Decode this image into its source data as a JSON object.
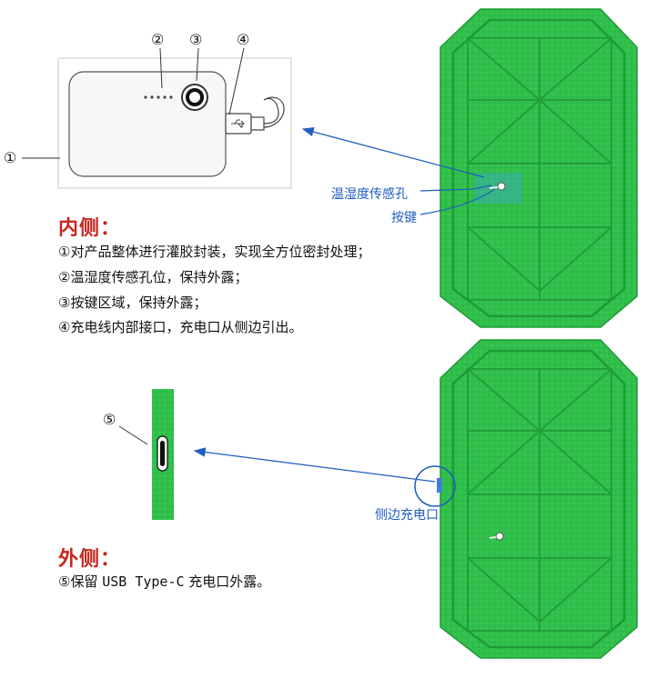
{
  "device_markers": [
    "②",
    "③",
    "④"
  ],
  "side_marker_1": "①",
  "side_marker_5": "⑤",
  "inner": {
    "heading": "内侧：",
    "lines": [
      "①对产品整体进行灌胶封装，实现全方位密封处理；",
      "②温湿度传感孔位，保持外露；",
      "③按键区域，保持外露；",
      "④充电线内部接口，充电口从侧边引出。"
    ]
  },
  "outer": {
    "heading": "外侧：",
    "line_prefix": "⑤保留 ",
    "line_mono": "USB Type-C",
    "line_suffix": " 充电口外露。"
  },
  "callouts": {
    "sensor_hole": "温湿度传感孔",
    "button": "按键",
    "side_port": "侧边充电口"
  },
  "colors": {
    "accent_red": "#c8261e",
    "arrow_blue": "#1f5fbf",
    "enclosure_green": "#2fbf4a",
    "enclosure_dark": "#1e9a35"
  }
}
